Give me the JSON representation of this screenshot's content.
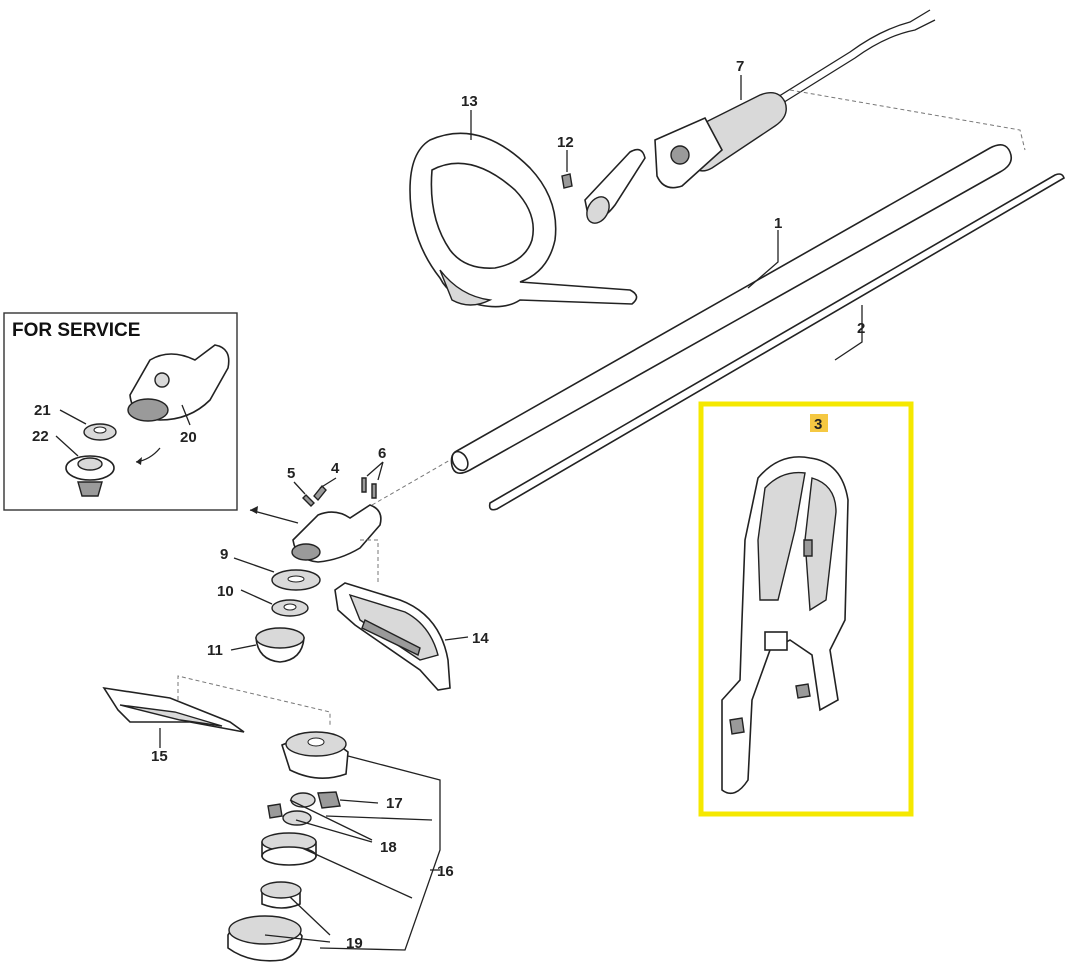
{
  "service_box": {
    "title": "FOR SERVICE"
  },
  "parts": [
    {
      "id": "p1",
      "label": "1"
    },
    {
      "id": "p2",
      "label": "2"
    },
    {
      "id": "p3",
      "label": "3"
    },
    {
      "id": "p4",
      "label": "4"
    },
    {
      "id": "p5",
      "label": "5"
    },
    {
      "id": "p6",
      "label": "6"
    },
    {
      "id": "p7",
      "label": "7"
    },
    {
      "id": "p9",
      "label": "9"
    },
    {
      "id": "p10",
      "label": "10"
    },
    {
      "id": "p11",
      "label": "11"
    },
    {
      "id": "p12",
      "label": "12"
    },
    {
      "id": "p13",
      "label": "13"
    },
    {
      "id": "p14",
      "label": "14"
    },
    {
      "id": "p15",
      "label": "15"
    },
    {
      "id": "p16",
      "label": "16"
    },
    {
      "id": "p17",
      "label": "17"
    },
    {
      "id": "p18",
      "label": "18"
    },
    {
      "id": "p19",
      "label": "19"
    },
    {
      "id": "p20",
      "label": "20"
    },
    {
      "id": "p21",
      "label": "21"
    },
    {
      "id": "p22",
      "label": "22"
    }
  ],
  "highlight": {
    "part": "3",
    "frame_color": "#f5e800",
    "label_bg": "#f5c842"
  }
}
